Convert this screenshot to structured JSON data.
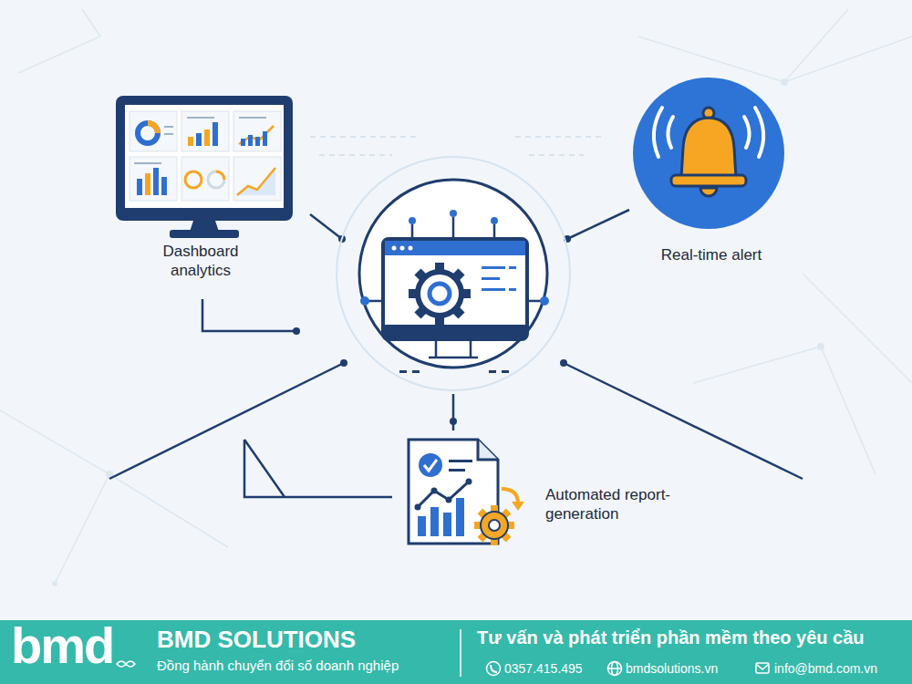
{
  "diagram": {
    "nodes": [
      {
        "text": [
          "Dashboard analytics"
        ]
      },
      {
        "text": [
          "Real-time alert"
        ]
      },
      {
        "text": [
          "Automated report-generation"
        ]
      },
      {
        "text": [
          "bmd",
          "BMD SOLUTIONS",
          "Đồng hành chuyển đổi số doanh nghiệp",
          "Tư vấn và phát triển phần mềm theo yêu cầu",
          "0357.415.495",
          "bmdsolutions.vn",
          "info@bmd.com.vn"
        ]
      }
    ]
  }
}
